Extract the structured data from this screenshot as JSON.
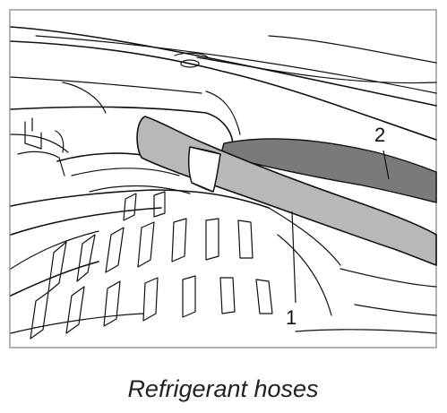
{
  "figure": {
    "caption": "Refrigerant hoses",
    "callouts": [
      {
        "label": "1",
        "part": "refrigerant hose (light grey)"
      },
      {
        "label": "2",
        "part": "refrigerant hose (dark grey)"
      }
    ]
  },
  "colors": {
    "frame": "#b3b3b3",
    "hose_1": "#b8b8b8",
    "hose_2": "#7a7a7a",
    "line_art": "#111111",
    "background": "#ffffff"
  }
}
